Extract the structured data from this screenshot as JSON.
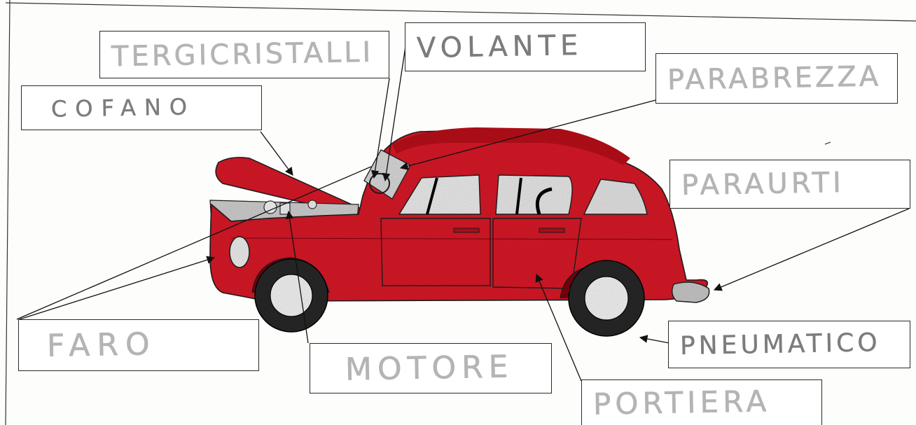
{
  "colors": {
    "ink": "#1c1c1c",
    "car_red": "#d81f2c",
    "car_red_dark": "#a8141f",
    "glass": "#e6e6e6",
    "tire": "#2a2a2a",
    "pencil_text": "#b4b4b4",
    "pencil_text_dark": "#7c7c7c"
  },
  "labels": {
    "tergicristalli": "TERGICRISTALLI",
    "volante": "VOLANTE",
    "parabrezza": "PARABREZZA",
    "cofano": "COFANO",
    "paraurti": "PARAURTI",
    "faro": "FARO",
    "motore": "MOTORE",
    "pneumatico": "PNEUMATICO",
    "portiera": "PORTIERA"
  }
}
